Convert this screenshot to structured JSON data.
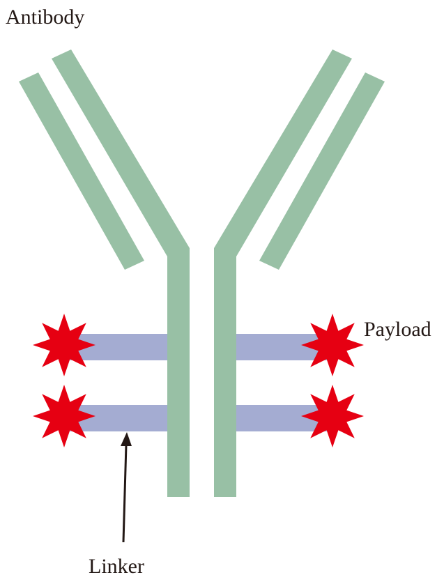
{
  "labels": {
    "antibody": "Antibody",
    "payload": "Payload",
    "linker": "Linker"
  },
  "colors": {
    "antibody": "#98c0a5",
    "linker": "#a4acd2",
    "payload": "#e60012",
    "arrow": "#231815",
    "text": "#231815"
  }
}
